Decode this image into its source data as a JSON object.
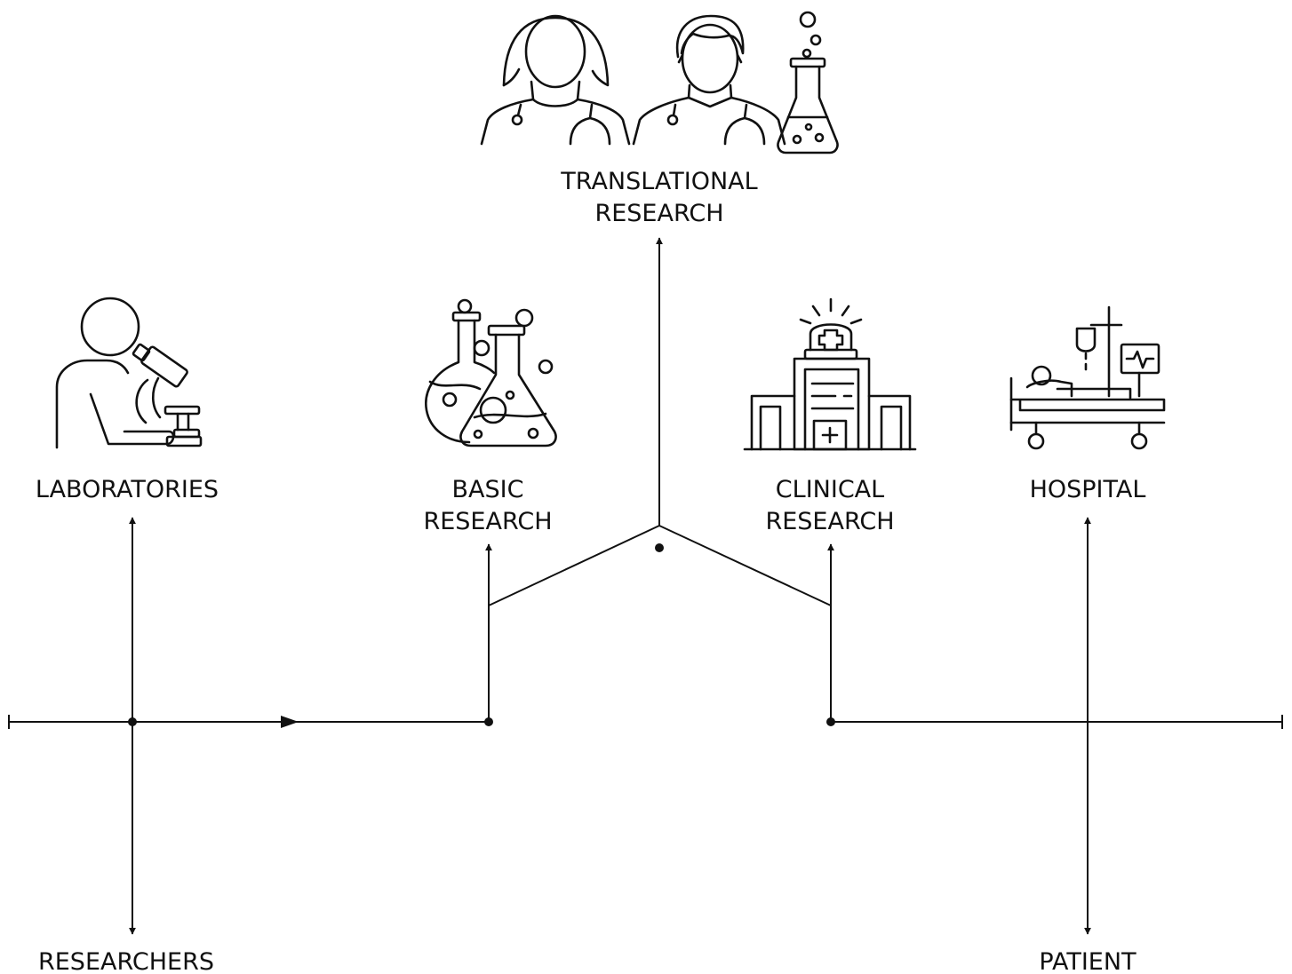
{
  "labels": {
    "laboratories": "LABORATORIES",
    "basic_research": [
      "BASIC",
      "RESEARCH"
    ],
    "translational_research": [
      "TRANSLATIONAL",
      "RESEARCH"
    ],
    "clinical_research": [
      "CLINICAL",
      "RESEARCH"
    ],
    "hospital": "HOSPITAL",
    "researchers": "RESEARCHERS",
    "patient": "PATIENT"
  },
  "icons": {
    "translational": [
      "doctor-female-icon",
      "doctor-male-icon",
      "flask-icon"
    ],
    "laboratories": "scientist-microscope-icon",
    "basic_research": "lab-flasks-icon",
    "clinical_research": "hospital-building-icon",
    "hospital": "patient-bed-icon"
  },
  "colors": {
    "line": "#111111",
    "background": "#ffffff"
  }
}
